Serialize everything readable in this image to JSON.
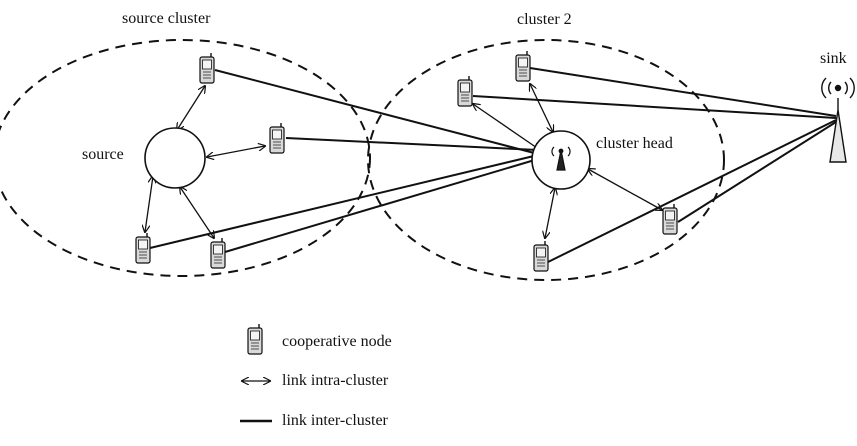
{
  "labels": {
    "source_cluster": "source cluster",
    "cluster_2": "cluster 2",
    "sink": "sink",
    "source": "source",
    "cluster_head": "cluster head"
  },
  "legend": {
    "cooperative_node": "cooperative node",
    "link_intra": "link intra-cluster",
    "link_inter": "link inter-cluster"
  },
  "icons": {
    "node": "mobile-phone-icon",
    "sink": "antenna-tower-icon",
    "head": "broadcast-antenna-icon"
  },
  "colors": {
    "ink": "#111111",
    "phone_fill": "#d9d9d9",
    "background": "#ffffff"
  }
}
